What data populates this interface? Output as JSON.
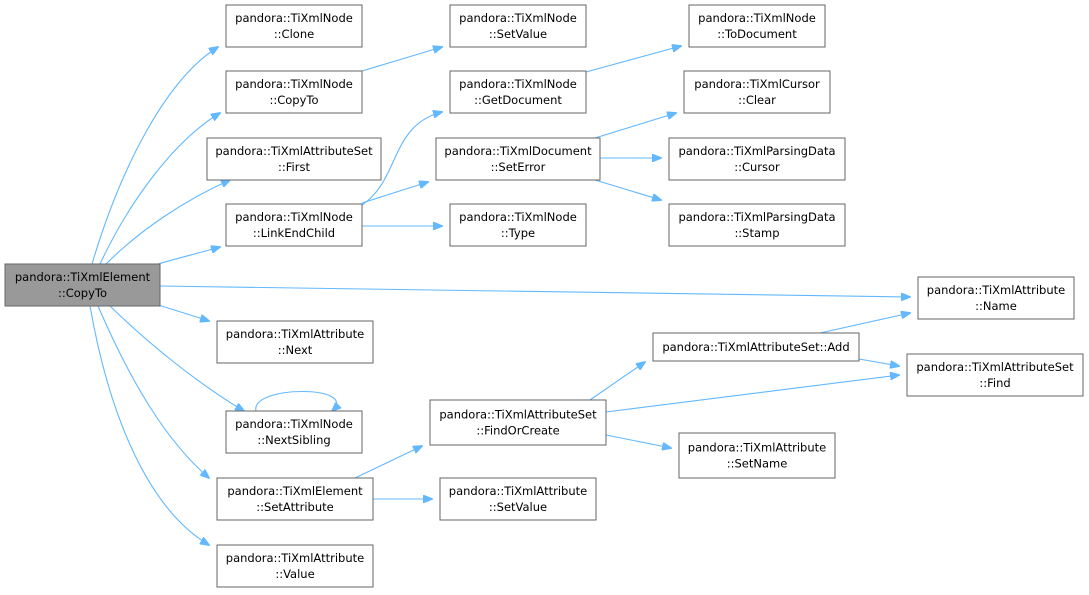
{
  "nodes": [
    {
      "id": "root",
      "lines": [
        "pandora::TiXmlElement",
        "::CopyTo"
      ],
      "root": true
    },
    {
      "id": "n_clone",
      "lines": [
        "pandora::TiXmlNode",
        "::Clone"
      ]
    },
    {
      "id": "n_copyto",
      "lines": [
        "pandora::TiXmlNode",
        "::CopyTo"
      ]
    },
    {
      "id": "n_first",
      "lines": [
        "pandora::TiXmlAttributeSet",
        "::First"
      ]
    },
    {
      "id": "n_linkend",
      "lines": [
        "pandora::TiXmlNode",
        "::LinkEndChild"
      ]
    },
    {
      "id": "n_next",
      "lines": [
        "pandora::TiXmlAttribute",
        "::Next"
      ]
    },
    {
      "id": "n_nextsib",
      "lines": [
        "pandora::TiXmlNode",
        "::NextSibling"
      ]
    },
    {
      "id": "n_setattr",
      "lines": [
        "pandora::TiXmlElement",
        "::SetAttribute"
      ]
    },
    {
      "id": "n_value",
      "lines": [
        "pandora::TiXmlAttribute",
        "::Value"
      ]
    },
    {
      "id": "n_setvalue_node",
      "lines": [
        "pandora::TiXmlNode",
        "::SetValue"
      ]
    },
    {
      "id": "n_getdoc",
      "lines": [
        "pandora::TiXmlNode",
        "::GetDocument"
      ]
    },
    {
      "id": "n_seterror",
      "lines": [
        "pandora::TiXmlDocument",
        "::SetError"
      ]
    },
    {
      "id": "n_type",
      "lines": [
        "pandora::TiXmlNode",
        "::Type"
      ]
    },
    {
      "id": "n_findorcreate",
      "lines": [
        "pandora::TiXmlAttributeSet",
        "::FindOrCreate"
      ]
    },
    {
      "id": "n_setvalue_attr",
      "lines": [
        "pandora::TiXmlAttribute",
        "::SetValue"
      ]
    },
    {
      "id": "n_todoc",
      "lines": [
        "pandora::TiXmlNode",
        "::ToDocument"
      ]
    },
    {
      "id": "n_clear",
      "lines": [
        "pandora::TiXmlCursor",
        "::Clear"
      ]
    },
    {
      "id": "n_cursor",
      "lines": [
        "pandora::TiXmlParsingData",
        "::Cursor"
      ]
    },
    {
      "id": "n_stamp",
      "lines": [
        "pandora::TiXmlParsingData",
        "::Stamp"
      ]
    },
    {
      "id": "n_add",
      "lines": [
        "pandora::TiXmlAttributeSet::Add"
      ]
    },
    {
      "id": "n_setname",
      "lines": [
        "pandora::TiXmlAttribute",
        "::SetName"
      ]
    },
    {
      "id": "n_name",
      "lines": [
        "pandora::TiXmlAttribute",
        "::Name"
      ]
    },
    {
      "id": "n_find",
      "lines": [
        "pandora::TiXmlAttributeSet",
        "::Find"
      ]
    }
  ],
  "edges": [
    {
      "from": "root",
      "to": "n_clone"
    },
    {
      "from": "root",
      "to": "n_copyto"
    },
    {
      "from": "root",
      "to": "n_first"
    },
    {
      "from": "root",
      "to": "n_linkend"
    },
    {
      "from": "root",
      "to": "n_name"
    },
    {
      "from": "root",
      "to": "n_next"
    },
    {
      "from": "root",
      "to": "n_nextsib"
    },
    {
      "from": "root",
      "to": "n_setattr"
    },
    {
      "from": "root",
      "to": "n_value"
    },
    {
      "from": "n_copyto",
      "to": "n_setvalue_node"
    },
    {
      "from": "n_linkend",
      "to": "n_getdoc"
    },
    {
      "from": "n_linkend",
      "to": "n_seterror"
    },
    {
      "from": "n_linkend",
      "to": "n_type"
    },
    {
      "from": "n_nextsib",
      "to": "n_nextsib"
    },
    {
      "from": "n_setattr",
      "to": "n_findorcreate"
    },
    {
      "from": "n_setattr",
      "to": "n_setvalue_attr"
    },
    {
      "from": "n_getdoc",
      "to": "n_todoc"
    },
    {
      "from": "n_seterror",
      "to": "n_clear"
    },
    {
      "from": "n_seterror",
      "to": "n_cursor"
    },
    {
      "from": "n_seterror",
      "to": "n_stamp"
    },
    {
      "from": "n_findorcreate",
      "to": "n_add"
    },
    {
      "from": "n_findorcreate",
      "to": "n_find"
    },
    {
      "from": "n_findorcreate",
      "to": "n_setname"
    },
    {
      "from": "n_add",
      "to": "n_name"
    },
    {
      "from": "n_add",
      "to": "n_find"
    }
  ],
  "colors": {
    "edge": "#63b8ff",
    "node_border": "#666666",
    "node_fill": "#ffffff",
    "root_fill": "#999999"
  }
}
